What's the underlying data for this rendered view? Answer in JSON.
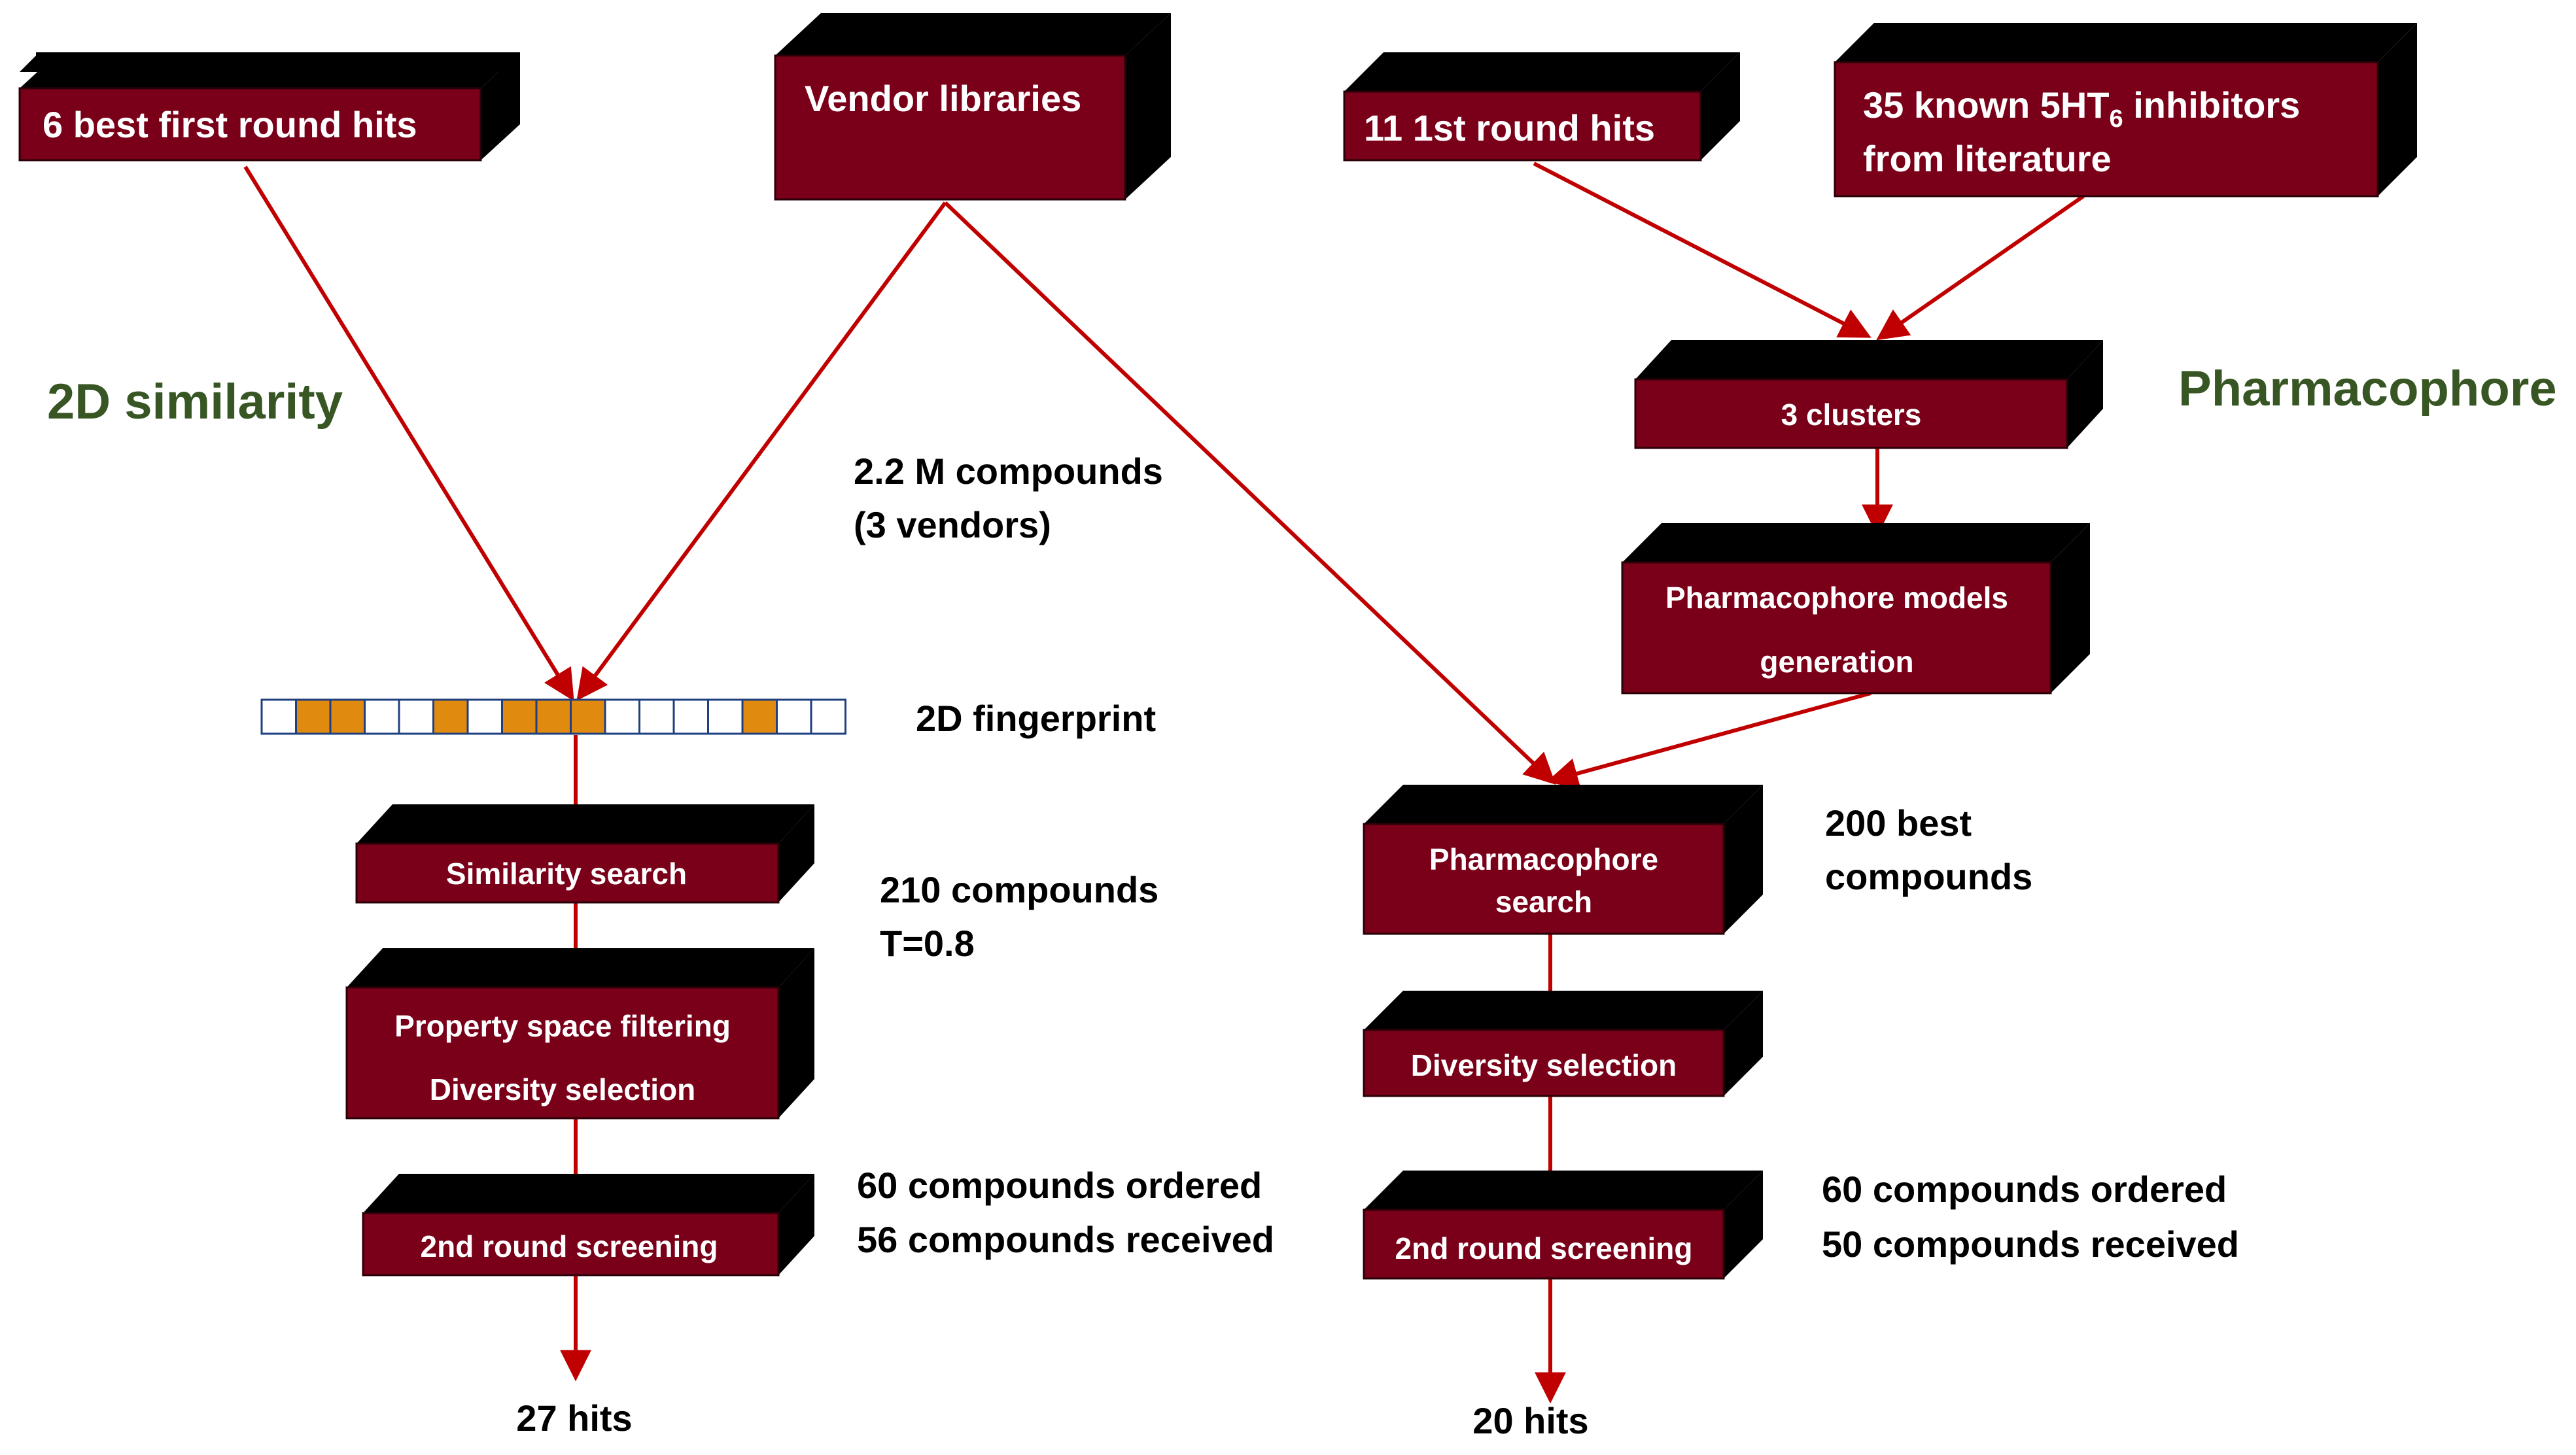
{
  "boxes": {
    "first_round_hits": "6 best first round hits",
    "vendor_libraries": "Vendor libraries",
    "eleven_hits": "11 1st round hits",
    "known_inhibitors_line1_pre": "35 known 5HT",
    "known_inhibitors_sub": "6",
    "known_inhibitors_line1_post": " inhibitors",
    "known_inhibitors_line2": "from literature",
    "clusters": "3 clusters",
    "pharm_models_line1": "Pharmacophore models",
    "pharm_models_line2": "generation",
    "similarity_search": "Similarity  search",
    "property_line1": "Property space filtering",
    "property_line2": "Diversity  selection",
    "second_round_left": "2nd round screening",
    "pharm_search_line1": "Pharmacophore",
    "pharm_search_line2": "search",
    "diversity_right": "Diversity  selection",
    "second_round_right": "2nd round screening"
  },
  "sections": {
    "left": "2D similarity",
    "right": "Pharmacophore"
  },
  "labels": {
    "compounds_line1": "2.2 M compounds",
    "compounds_line2": "(3 vendors)",
    "fingerprint": "2D fingerprint",
    "sim_result_line1": "210 compounds",
    "sim_result_line2": "T=0.8",
    "left_ordered_line1": "60 compounds  ordered",
    "left_ordered_line2": "56 compounds  received",
    "left_hits": "27 hits",
    "best_line1": "200 best",
    "best_line2": "compounds",
    "right_ordered_line1": "60 compounds  ordered",
    "right_ordered_line2": "50 compounds  received",
    "right_hits": "20 hits"
  },
  "fingerprint_bits": [
    0,
    1,
    1,
    0,
    0,
    1,
    0,
    1,
    1,
    1,
    0,
    0,
    0,
    0,
    1,
    0,
    0
  ],
  "colors": {
    "box": "#7a0019",
    "arrow": "#c00000",
    "section_title": "#375623",
    "fingerprint_on": "#e08a10",
    "fingerprint_border": "#1f3f7f"
  }
}
